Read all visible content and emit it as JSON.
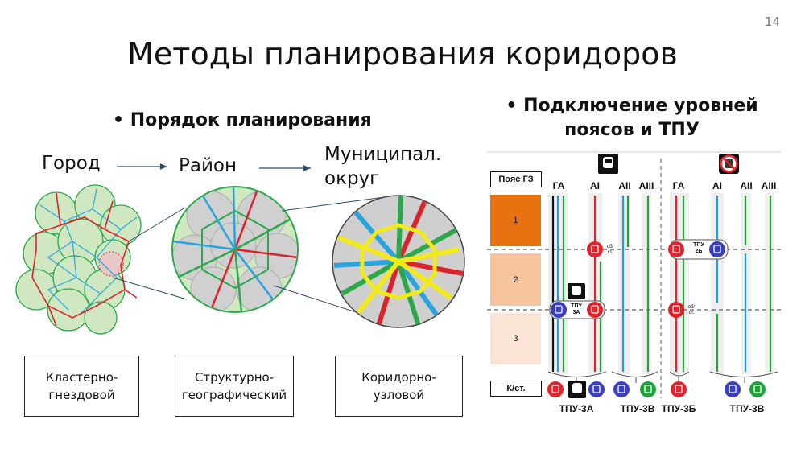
{
  "slide": {
    "page_number": "14",
    "title": "Методы планирования коридоров"
  },
  "left": {
    "heading": "Порядок планирования",
    "steps": [
      "Город",
      "Район",
      "Муниципал.",
      "округ"
    ],
    "methods": [
      "Кластерно-",
      "гнездовой",
      "Структурно-",
      "географический",
      "Коридорно-",
      "узловой"
    ]
  },
  "right": {
    "heading_line1": "Подключение уровней",
    "heading_line2": "поясов и ТПУ",
    "zone_label": "Пояс ГЗ",
    "zones": [
      "1",
      "2",
      "3"
    ],
    "columns": [
      "ГА",
      "AI",
      "AII",
      "AIII",
      "ГА",
      "AI",
      "AII",
      "AIII"
    ],
    "stop_label": "К/ст.",
    "ob_st": "об/ст.",
    "tpu_2b": [
      "ТПУ",
      "2Б"
    ],
    "tpu_3a": [
      "ТПУ",
      "3А"
    ],
    "hubs": [
      "ТПУ-3А",
      "ТПУ-3В",
      "ТПУ-3Б",
      "ТПУ-3В"
    ],
    "colors": {
      "zone1": "#e8720f",
      "zone2": "#f6c49c",
      "zone3": "#fbe4d6",
      "red": "#e8202a",
      "blue": "#3a3fc0",
      "green": "#1fa33a",
      "lightblue": "#1ba1e2"
    }
  }
}
